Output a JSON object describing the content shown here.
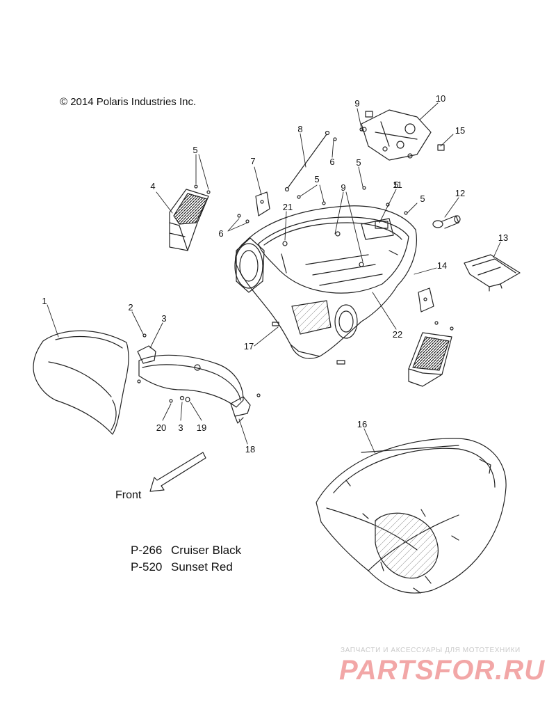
{
  "copyright": "© 2014 Polaris Industries Inc.",
  "front_label": "Front",
  "paint_codes": [
    {
      "code": "P-266",
      "name": "Cruiser Black"
    },
    {
      "code": "P-520",
      "name": "Sunset Red"
    }
  ],
  "watermark": {
    "subtitle": "ЗАПЧАСТИ И АКСЕССУАРЫ ДЛЯ МОТОТЕХНИКИ",
    "brand": "PARTSFOR.RU"
  },
  "callouts": [
    "1",
    "2",
    "3",
    "3",
    "4",
    "5",
    "5",
    "5",
    "5",
    "5",
    "6",
    "6",
    "7",
    "8",
    "9",
    "9",
    "10",
    "11",
    "12",
    "13",
    "14",
    "15",
    "16",
    "17",
    "18",
    "19",
    "20",
    "21",
    "22"
  ],
  "colors": {
    "line": "#222222",
    "watermark_brand": "#ee8a8a",
    "watermark_sub": "#c9c9c9"
  }
}
